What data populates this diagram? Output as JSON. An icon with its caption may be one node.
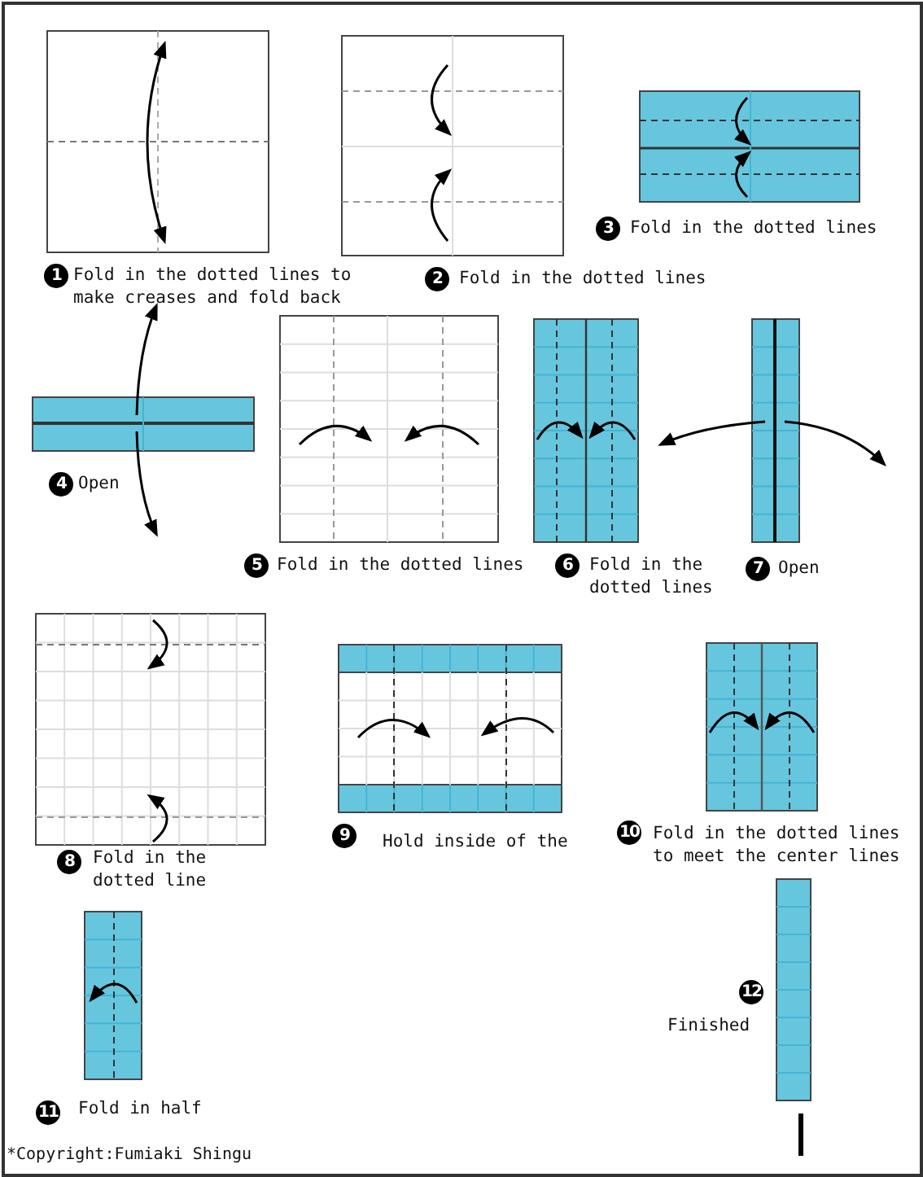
{
  "diagram": {
    "labels": [
      "1",
      "Fold in the dotted lines to make creases and fold back",
      "2",
      "Fold in the dotted lines",
      "3",
      "Fold in the dotted lines",
      "4",
      "Open",
      "5",
      "Fold in the dotted lines",
      "6",
      "Fold in the dotted lines",
      "7",
      "Open",
      "8",
      "Fold in the dotted line",
      "9",
      "Hold inside of the",
      "10",
      "Fold in the dotted lines to meet the center lines",
      "12",
      "Finished",
      "11",
      "Fold in half",
      "*Copyright:Fumiaki Shingu"
    ]
  }
}
